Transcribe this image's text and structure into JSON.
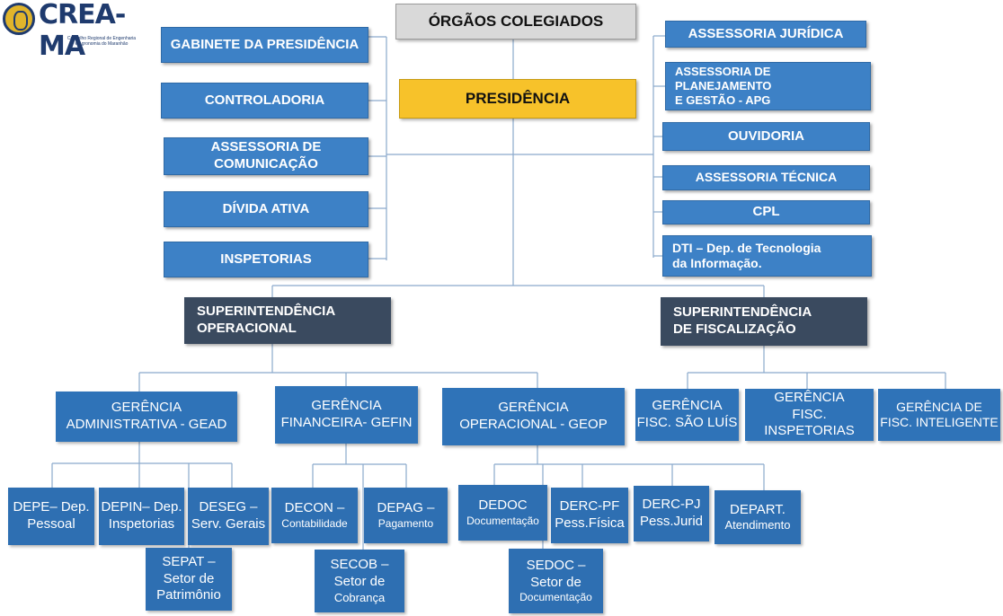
{
  "logo": {
    "brand": "CREA-MA",
    "subtitle": "Conselho Regional de Engenharia\ne Agronomia do Maranhão"
  },
  "top": {
    "orgaos_colegiados": "ÓRGÃOS COLEGIADOS",
    "presidencia": "PRESIDÊNCIA"
  },
  "left_units": [
    "GABINETE DA PRESIDÊNCIA",
    "CONTROLADORIA",
    "ASSESSORIA DE\nCOMUNICAÇÃO",
    "DÍVIDA ATIVA",
    "INSPETORIAS"
  ],
  "right_units": [
    "ASSESSORIA JURÍDICA",
    "ASSESSORIA DE PLANEJAMENTO\nE GESTÃO  - APG",
    "OUVIDORIA",
    "ASSESSORIA TÉCNICA",
    "CPL",
    "DTI – Dep. de Tecnologia\nda Informação."
  ],
  "superintendencias": {
    "operacional": "SUPERINTENDÊNCIA\nOPERACIONAL",
    "fiscalizacao": "SUPERINTENDÊNCIA\nDE FISCALIZAÇÃO"
  },
  "gerencias": {
    "gead": "GERÊNCIA\nADMINISTRATIVA  - GEAD",
    "gefin": "GERÊNCIA\nFINANCEIRA- GEFIN",
    "geop": "GERÊNCIA\nOPERACIONAL - GEOP",
    "sao_luis": "GERÊNCIA\nFISC. SÃO LUÍS",
    "inspetorias": "GERÊNCIA\nFISC. INSPETORIAS",
    "inteligente": "GERÊNCIA  DE\nFISC. INTELIGENTE"
  },
  "departamentos": {
    "depe": "DEPE– Dep.\nPessoal",
    "depin": "DEPIN– Dep.\nInspetorias",
    "deseg": "DESEG –\nServ. Gerais",
    "sepat": "SEPAT –\nSetor de\nPatrimônio",
    "decon_title": "DECON –",
    "decon_sub": "Contabilidade",
    "depag_title": "DEPAG –",
    "depag_sub": "Pagamento",
    "secob_title": "SECOB –\nSetor de",
    "secob_sub": "Cobrança",
    "dedoc_title": "DEDOC",
    "dedoc_sub": "Documentação",
    "derc_pf": "DERC-PF\nPess.Física",
    "derc_pj": "DERC-PJ\nPess.Jurid",
    "depart_title": "DEPART.",
    "depart_sub": "Atendimento",
    "sedoc_title": "SEDOC –\nSetor de",
    "sedoc_sub": "Documentação"
  }
}
